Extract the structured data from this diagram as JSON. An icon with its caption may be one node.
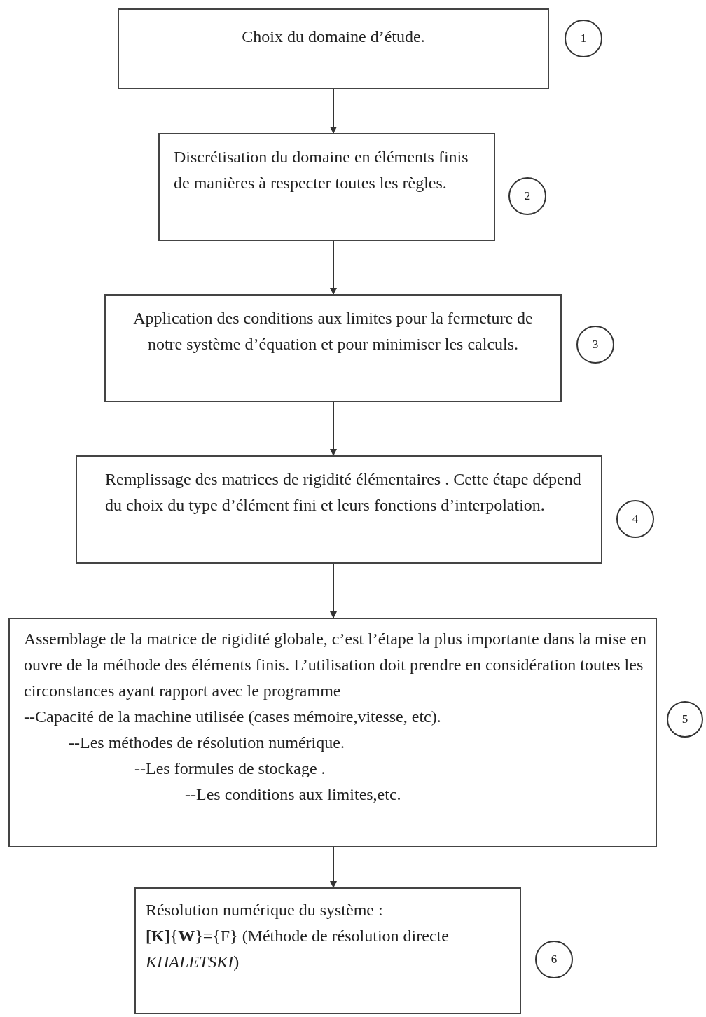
{
  "diagram": {
    "nodes": [
      {
        "text": [
          "Choix du domaine d’étude."
        ]
      },
      {
        "text": [
          "Discrétisation du domaine en éléments finis de manières à respecter toutes les règles."
        ]
      },
      {
        "text": [
          "Application des conditions aux limites pour la fermeture de notre système d’équation et pour minimiser les calculs."
        ]
      },
      {
        "text": [
          "Remplissage des matrices de rigidité élémentaires . Cette étape dépend du choix du type d’élément fini et leurs fonctions d’interpolation."
        ]
      },
      {
        "text": [
          "Assemblage de la matrice de rigidité globale, c’est l’étape la plus importante dans la mise en ouvre de la méthode des éléments finis. L’utilisation doit prendre en considération toutes les circonstances ayant rapport avec le programme",
          "--Capacité de la machine utilisée (cases mémoire,vitesse, etc).",
          "--Les méthodes de résolution numérique.",
          "--Les formules de stockage .",
          "--Les conditions aux limites,etc."
        ]
      },
      {
        "text": [
          "Résolution numérique du système :",
          "**[K]**{**W**}={F} (Méthode de résolution directe *KHALETSKI*)"
        ]
      },
      {
        "text": [
          "1"
        ]
      },
      {
        "text": [
          "2"
        ]
      },
      {
        "text": [
          "3"
        ]
      },
      {
        "text": [
          "4"
        ]
      },
      {
        "text": [
          "5"
        ]
      },
      {
        "text": [
          "6"
        ]
      }
    ],
    "edges": [
      {
        "from": 0,
        "to": 1,
        "arrow": "to"
      },
      {
        "from": 1,
        "to": 2,
        "arrow": "to"
      },
      {
        "from": 2,
        "to": 3,
        "arrow": "to"
      },
      {
        "from": 3,
        "to": 4,
        "arrow": "to"
      },
      {
        "from": 4,
        "to": 5,
        "arrow": "to"
      }
    ]
  }
}
